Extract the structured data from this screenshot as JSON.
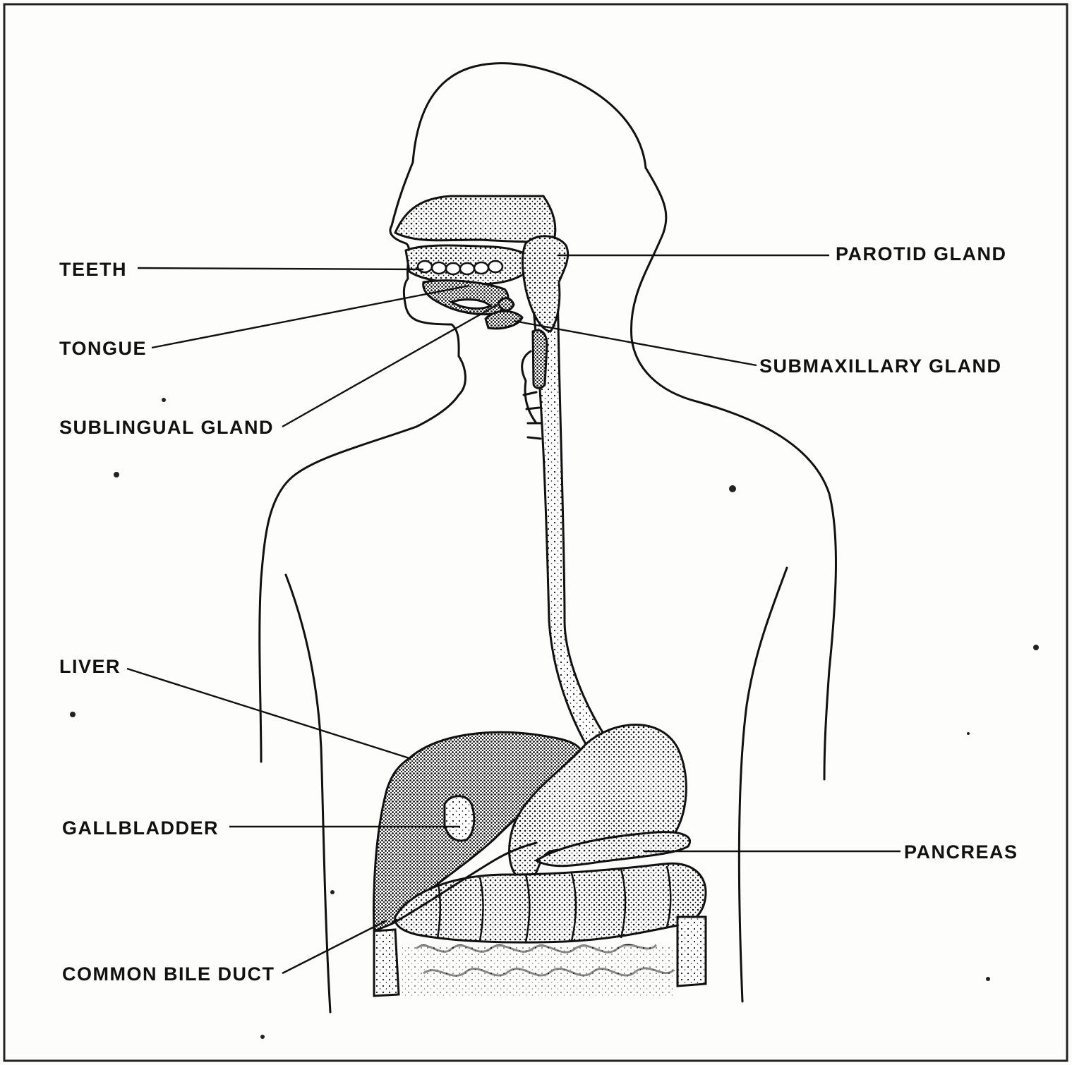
{
  "labels": {
    "teeth": "TEETH",
    "tongue": "TONGUE",
    "sublingual_gland": "SUBLINGUAL GLAND",
    "liver": "LIVER",
    "gallbladder": "GALLBLADDER",
    "common_bile_duct": "COMMON BILE DUCT",
    "parotid_gland": "PAROTID GLAND",
    "submaxillary_gland": "SUBMAXILLARY GLAND",
    "pancreas": "PANCREAS"
  }
}
